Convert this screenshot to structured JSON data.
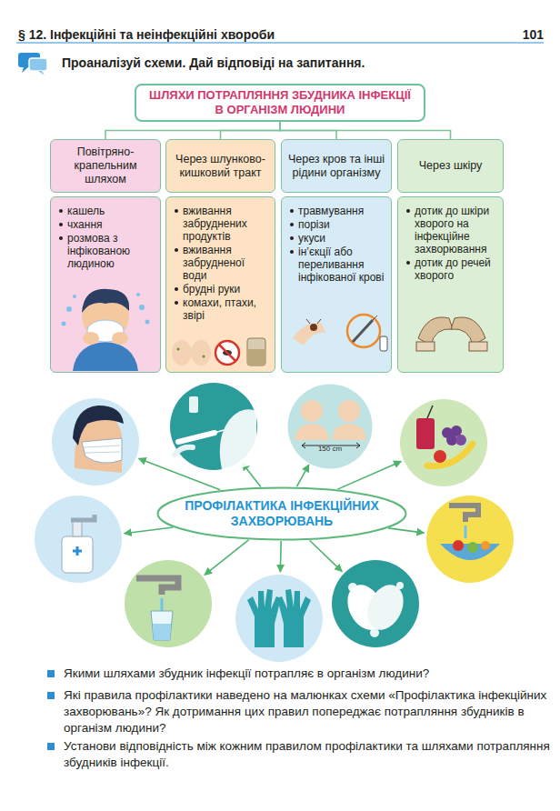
{
  "diagram": {
    "nodes": [
      {
        "text": [
          "ШЛЯХИ ПОТРАПЛЯННЯ ЗБУДНИКА ІНФЕКЦІЇ В ОРГАНІЗМ ЛЮДИНИ"
        ]
      },
      {
        "text": [
          "Повітряно-крапельним шляхом"
        ]
      },
      {
        "text": [
          "кашель",
          "чхання",
          "розмова з інфікованою людиною"
        ]
      },
      {
        "text": [
          "Через шлунково-кишковий тракт"
        ]
      },
      {
        "text": [
          "вживання забруднених продуктів",
          "вживання забрудненої води",
          "брудні руки",
          "комахи, птахи, звірі"
        ]
      },
      {
        "text": [
          "Через кров та інші рідини організму"
        ]
      },
      {
        "text": [
          "травмування",
          "порізи",
          "укуси",
          "ін’єкції або переливання інфікованої крові"
        ]
      },
      {
        "text": [
          "Через шкіру"
        ]
      },
      {
        "text": [
          "дотик до шкіри хворого на інфекційне захворювання",
          "дотик до речей хворого"
        ]
      },
      {
        "text": [
          "ПРОФІЛАКТИКА ІНФЕКЦІЙНИХ ЗАХВОРЮВАНЬ"
        ]
      },
      {
        "text": [
          "150 cm"
        ]
      }
    ],
    "edges": [
      {
        "from": 0,
        "to": 1,
        "arrow": "none"
      },
      {
        "from": 0,
        "to": 3,
        "arrow": "none"
      },
      {
        "from": 0,
        "to": 5,
        "arrow": "none"
      },
      {
        "from": 0,
        "to": 7,
        "arrow": "none"
      },
      {
        "from": 9,
        "to": 10,
        "arrow": "to"
      }
    ],
    "labels": [
      "§ 12. Інфекційні та неінфекційні хвороби",
      "101",
      "Проаналізуй схеми. Дай відповіді на запитання.",
      "Якими шляхами збудник інфекції потрапляє в організм людини?",
      "Які правила профілактики наведено на малюнках схеми «Профілактика інфекційних захворювань»? Як дотримання цих правил попереджає потрапляння збудників в організм людини?",
      "Установи відповідність між кожним правилом профілактики та шляхами потрапляння збудників інфекції."
    ]
  }
}
